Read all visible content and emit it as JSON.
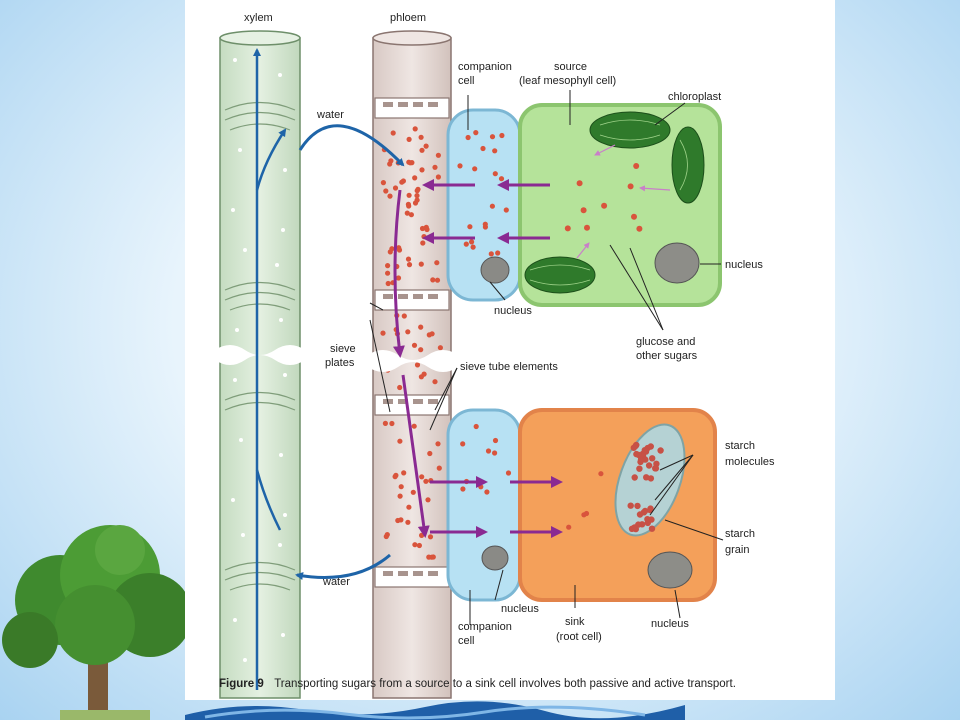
{
  "labels": {
    "xylem": "xylem",
    "phloem": "phloem",
    "companion_cell_top_1": "companion",
    "companion_cell_top_2": "cell",
    "source_1": "source",
    "source_2": "(leaf mesophyll cell)",
    "chloroplast": "chloroplast",
    "water_top": "water",
    "nucleus_source": "nucleus",
    "nucleus_companion_top": "nucleus",
    "sieve_plates_1": "sieve",
    "sieve_plates_2": "plates",
    "sieve_tube_elements": "sieve tube elements",
    "glucose_1": "glucose and",
    "glucose_2": "other sugars",
    "starch_molecules_1": "starch",
    "starch_molecules_2": "molecules",
    "starch_grain_1": "starch",
    "starch_grain_2": "grain",
    "water_bottom": "water",
    "nucleus_companion_bottom": "nucleus",
    "companion_cell_bottom_1": "companion",
    "companion_cell_bottom_2": "cell",
    "sink_1": "sink",
    "sink_2": "(root cell)",
    "nucleus_sink": "nucleus"
  },
  "caption": {
    "figure_number": "Figure 9",
    "text": "Transporting sugars from a source to a sink cell involves both passive and active transport."
  },
  "colors": {
    "xylem_fill": "#d6e8d3",
    "phloem_fill": "#e3d6d2",
    "companion_fill": "#b7e1f3",
    "source_fill": "#b5e39a",
    "sink_fill": "#f4a05a",
    "water_arrow": "#1e64a8",
    "sugar_arrow": "#8a2a92",
    "sugar_dot": "#d9543c",
    "chloroplast": "#2f7a2b"
  },
  "icons": [
    "tree-icon",
    "water-splash-icon"
  ]
}
